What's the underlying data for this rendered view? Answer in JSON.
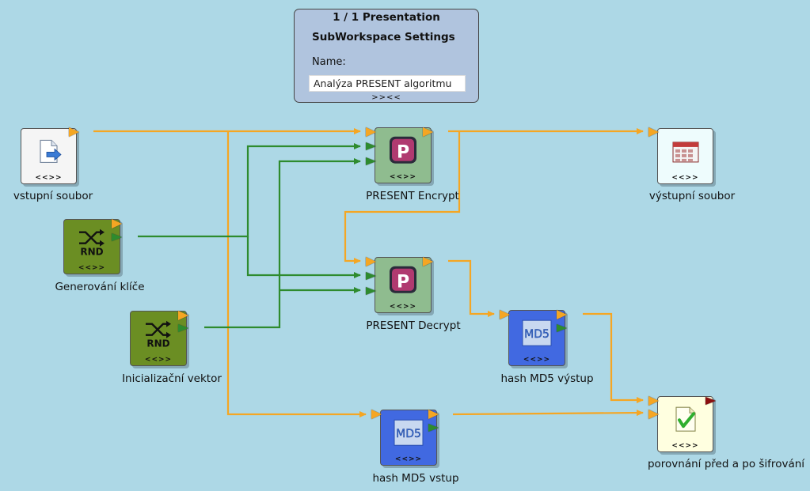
{
  "settings": {
    "title": "1 / 1 Presentation",
    "subtitle": "SubWorkspace Settings",
    "name_label": "Name:",
    "name_value": "Analýza PRESENT algoritmu",
    "toggle": ">><<"
  },
  "colors": {
    "background": "#add8e6",
    "wire_orange": "#f5a623",
    "wire_green": "#2e8b2e",
    "present_node": "#8fbc8f",
    "rnd_node": "#6b8e23",
    "md5_node": "#4169e1"
  },
  "expander": "<<>>",
  "nodes": {
    "input_file": {
      "label": "vstupní soubor",
      "icon": "document-arrow-icon"
    },
    "keygen": {
      "label": "Generování klíče",
      "icon": "rnd-shuffle-icon",
      "icon_text": "RND"
    },
    "iv": {
      "label": "Inicializační vektor",
      "icon": "rnd-shuffle-icon",
      "icon_text": "RND"
    },
    "encrypt": {
      "label": "PRESENT Encrypt",
      "icon": "present-p-icon",
      "icon_text": "P"
    },
    "decrypt": {
      "label": "PRESENT Decrypt",
      "icon": "present-p-icon",
      "icon_text": "P"
    },
    "output_file": {
      "label": "výstupní soubor",
      "icon": "table-icon"
    },
    "md5_out": {
      "label": "hash MD5 výstup",
      "icon": "md5-icon",
      "icon_text": "MD5"
    },
    "md5_in": {
      "label": "hash MD5 vstup",
      "icon": "md5-icon",
      "icon_text": "MD5"
    },
    "compare": {
      "label": "porovnání před a po šifrování",
      "icon": "checkmark-icon"
    }
  }
}
